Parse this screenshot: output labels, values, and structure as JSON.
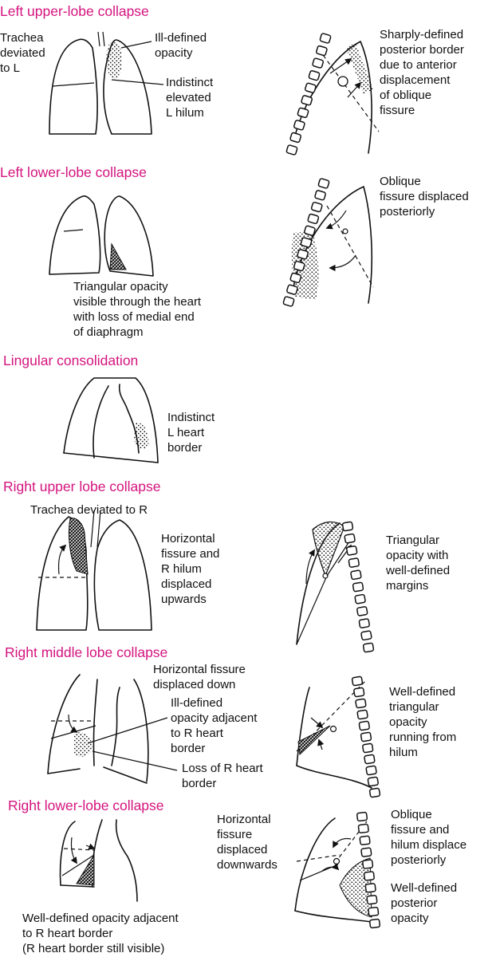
{
  "colors": {
    "title": "#d4147e",
    "ink": "#111111",
    "paper": "#ffffff"
  },
  "sections": [
    {
      "title": "Left upper-lobe collapse",
      "frontal_labels": [
        [
          "Trachea",
          "deviated",
          "to L"
        ],
        [
          "Ill-defined",
          "opacity"
        ],
        [
          "Indistinct",
          "elevated",
          "L hilum"
        ]
      ],
      "lateral_labels": [
        [
          "Sharply-defined",
          "posterior border",
          "due to anterior",
          "displacement",
          "of oblique",
          "fissure"
        ]
      ]
    },
    {
      "title": "Left lower-lobe collapse",
      "frontal_labels": [
        [
          "Triangular opacity",
          "visible through the heart",
          "with loss of medial end",
          "of diaphragm"
        ]
      ],
      "lateral_labels": [
        [
          "Oblique",
          "fissure displaced",
          "posteriorly"
        ]
      ]
    },
    {
      "title": "Lingular consolidation",
      "frontal_labels": [
        [
          "Indistinct",
          "L heart",
          "border"
        ]
      ],
      "lateral_labels": []
    },
    {
      "title": "Right upper lobe collapse",
      "frontal_labels": [
        [
          "Trachea deviated to R"
        ],
        [
          "Horizontal",
          "fissure and",
          "R hilum",
          "displaced",
          "upwards"
        ]
      ],
      "lateral_labels": [
        [
          "Triangular",
          "opacity with",
          "well-defined",
          "margins"
        ]
      ]
    },
    {
      "title": "Right middle lobe collapse",
      "frontal_labels": [
        [
          "Horizontal fissure",
          "displaced down"
        ],
        [
          "Ill-defined",
          "opacity adjacent",
          "to R heart",
          "border"
        ],
        [
          "Loss of R heart",
          "border"
        ]
      ],
      "lateral_labels": [
        [
          "Well-defined",
          "triangular",
          "opacity",
          "running from",
          "hilum"
        ]
      ]
    },
    {
      "title": "Right lower-lobe collapse",
      "frontal_labels": [
        [
          "Well-defined opacity adjacent",
          "to R heart border",
          "(R heart border still visible)"
        ]
      ],
      "lateral_labels": [
        [
          "Horizontal",
          "fissure",
          "displaced",
          "downwards"
        ],
        [
          "Oblique",
          "fissure and",
          "hilum displace",
          "posteriorly"
        ],
        [
          "Well-defined",
          "posterior",
          "opacity"
        ]
      ]
    }
  ]
}
